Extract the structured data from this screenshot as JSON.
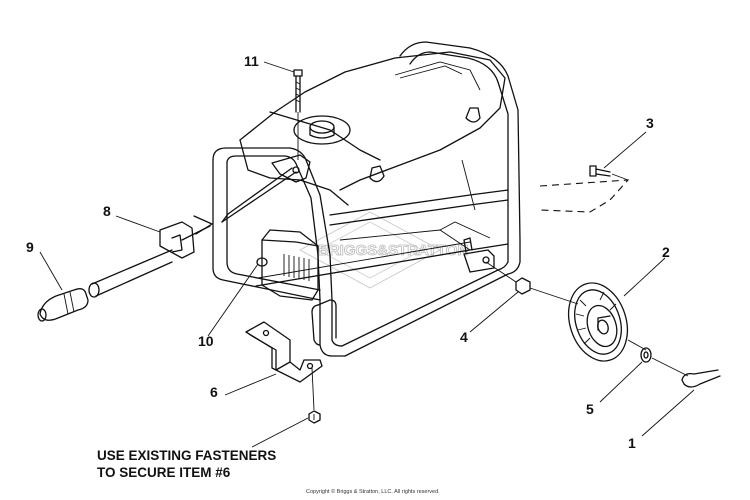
{
  "diagram": {
    "callouts": [
      "1",
      "2",
      "3",
      "4",
      "5",
      "6",
      "8",
      "9",
      "10",
      "11"
    ],
    "watermark": "BRIGGS&STRATTON",
    "note_lines": [
      "USE EXISTING FASTENERS",
      "TO SECURE ITEM #6"
    ],
    "copyright": "Copyright © Briggs & Stratton, LLC. All rights reserved."
  }
}
